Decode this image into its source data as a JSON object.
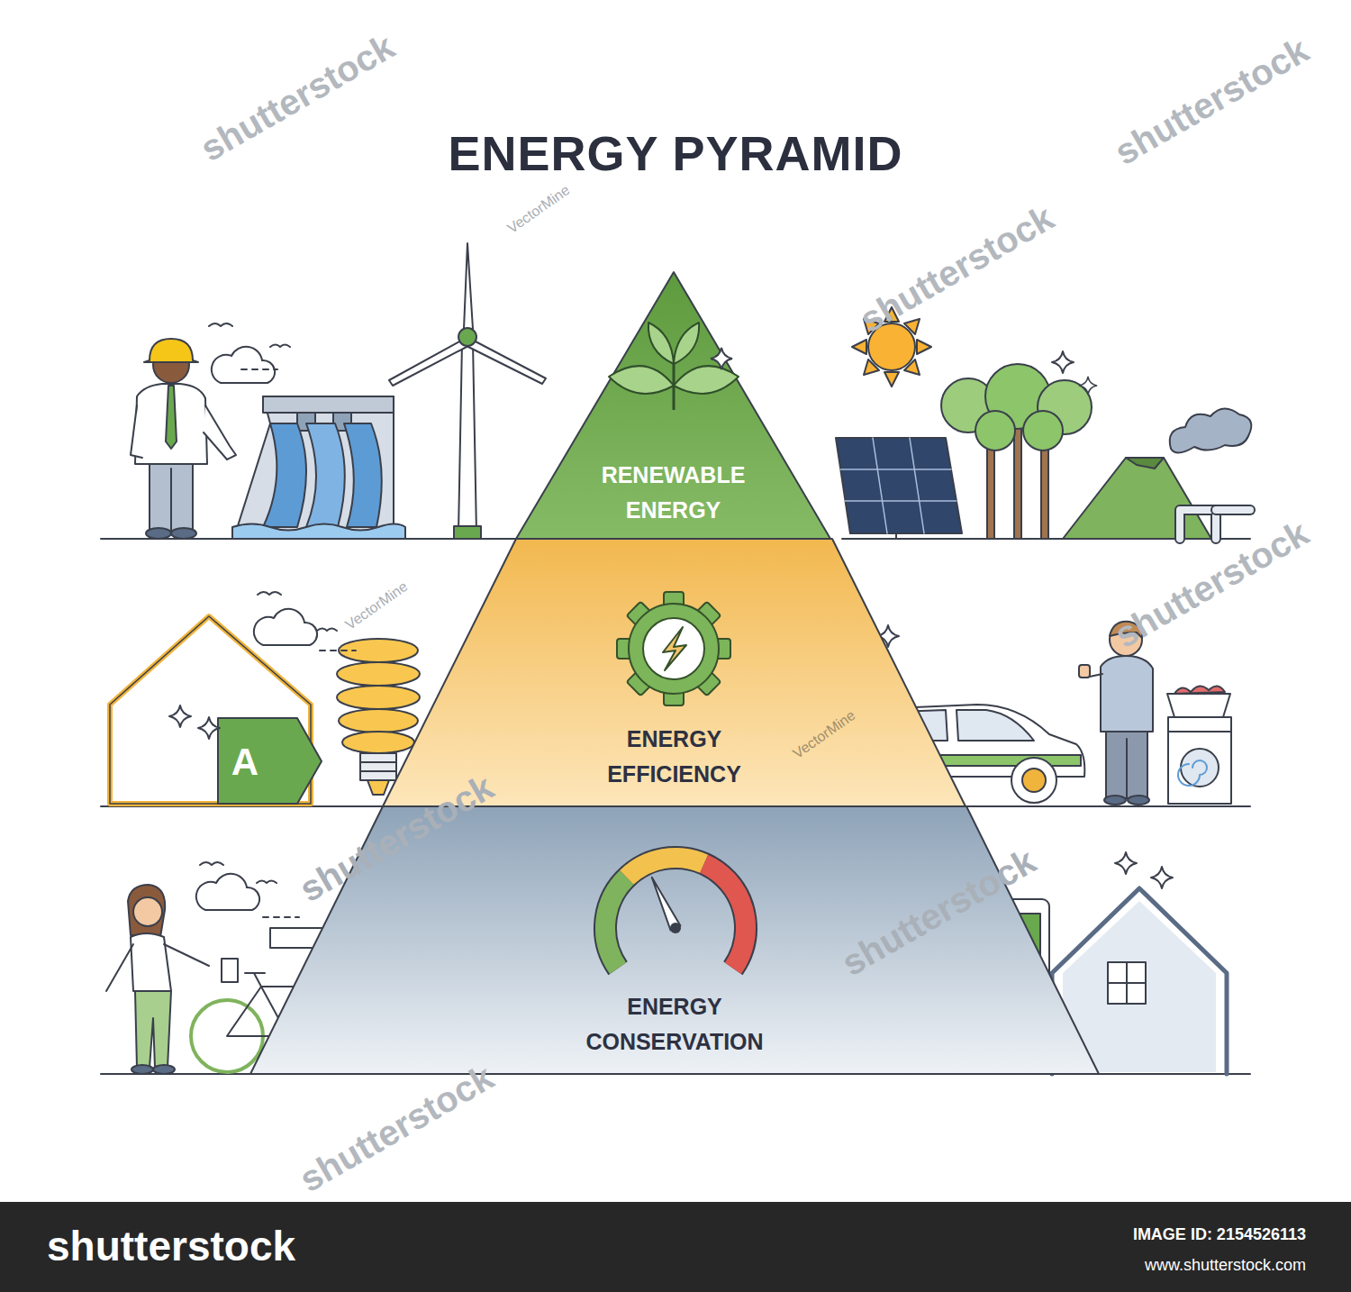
{
  "diagram": {
    "title": "ENERGY PYRAMID",
    "nodes": [
      {
        "text": [
          "RENEWABLE ENERGY"
        ]
      },
      {
        "text": [
          "ENERGY EFFICIENCY"
        ]
      },
      {
        "text": [
          "ENERGY CONSERVATION"
        ]
      }
    ],
    "labels": [
      "A",
      "shutterstock",
      "shutterstock",
      "shutterstock",
      "shutterstock",
      "shutterstock",
      "shutterstock",
      "shutterstock",
      "VectorMine",
      "VectorMine",
      "VectorMine",
      "shutterstock",
      "IMAGE ID: 2154526113",
      "www.shutterstock.com"
    ]
  }
}
